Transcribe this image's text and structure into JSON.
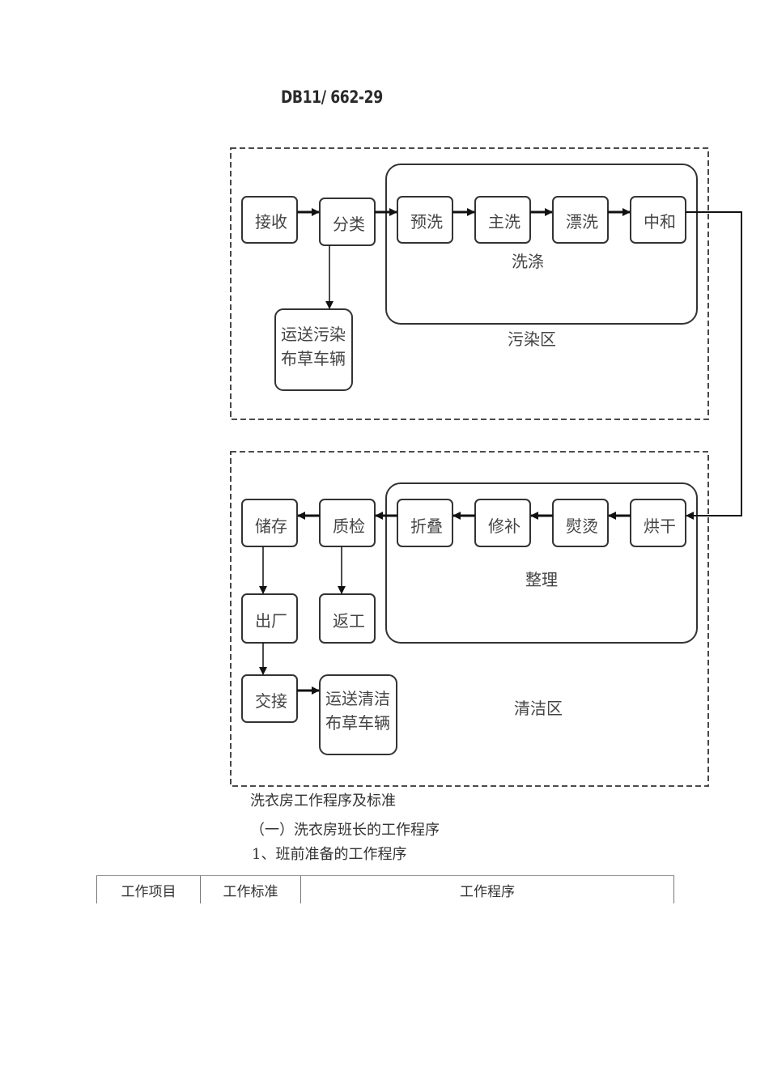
{
  "header": {
    "doc_code": "DB11/ 662-29"
  },
  "diagram": {
    "zones": {
      "contaminated": "污染区",
      "clean": "清洁区"
    },
    "groups": {
      "washing": "洗涤",
      "finishing": "整理"
    },
    "nodes": {
      "receive": "接收",
      "sort": "分类",
      "dirty_vehicle": [
        "运送污染",
        "布草车辆"
      ],
      "prewash": "预洗",
      "mainwash": "主洗",
      "rinse": "漂洗",
      "neutralize": "中和",
      "dry": "烘干",
      "iron": "熨烫",
      "repair": "修补",
      "fold": "折叠",
      "inspect": "质检",
      "store": "储存",
      "rework": "返工",
      "dispatch": "出厂",
      "handover": "交接",
      "clean_vehicle": [
        "运送清洁",
        "布草车辆"
      ]
    },
    "edges": [
      [
        "receive",
        "sort"
      ],
      [
        "sort",
        "prewash"
      ],
      [
        "sort",
        "dirty_vehicle"
      ],
      [
        "prewash",
        "mainwash"
      ],
      [
        "mainwash",
        "rinse"
      ],
      [
        "rinse",
        "neutralize"
      ],
      [
        "neutralize",
        "dry"
      ],
      [
        "dry",
        "iron"
      ],
      [
        "iron",
        "repair"
      ],
      [
        "repair",
        "fold"
      ],
      [
        "fold",
        "inspect"
      ],
      [
        "inspect",
        "store"
      ],
      [
        "inspect",
        "rework"
      ],
      [
        "store",
        "dispatch"
      ],
      [
        "dispatch",
        "handover"
      ],
      [
        "handover",
        "clean_vehicle"
      ]
    ]
  },
  "body": {
    "title": "洗衣房工作程序及标准",
    "section": "（一）洗衣房班长的工作程序",
    "subsection": "1、班前准备的工作程序"
  },
  "table": {
    "headers": [
      "工作项目",
      "工作标准",
      "工作程序"
    ]
  }
}
